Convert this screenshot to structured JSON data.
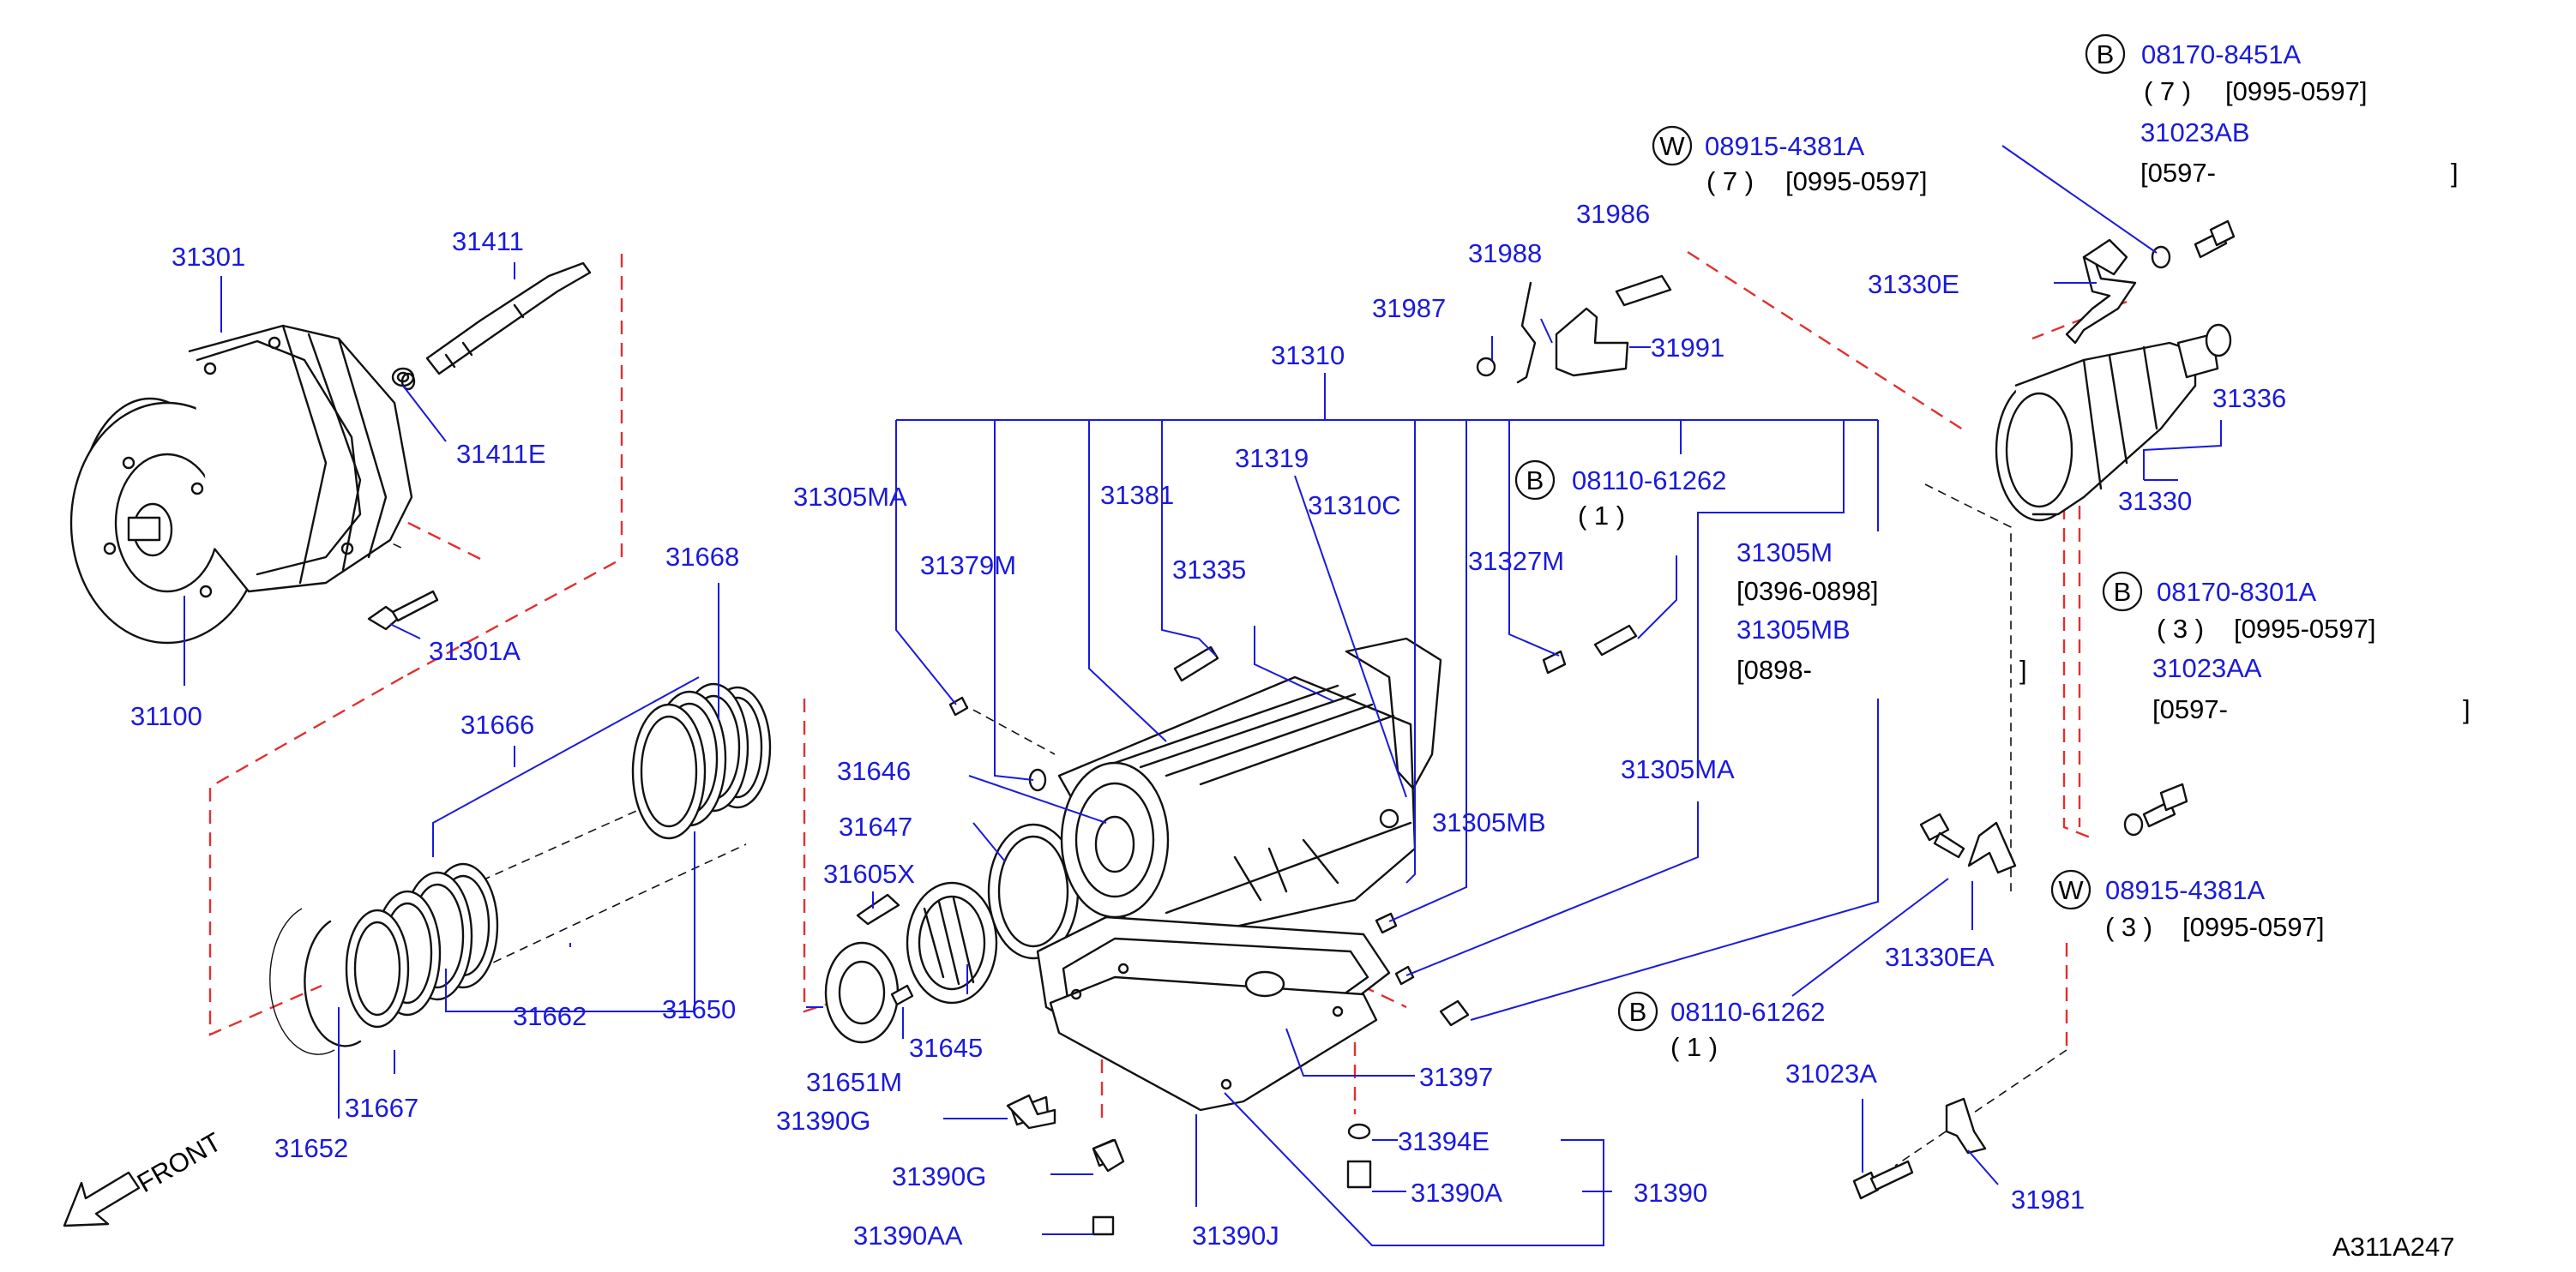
{
  "diagram_id": "A311A247",
  "front_label": "FRONT",
  "colors": {
    "label": "#1a1adc",
    "dashed": "#e23030",
    "part": "#111111"
  },
  "labels": {
    "p31301": "31301",
    "p31411": "31411",
    "p31411E": "31411E",
    "p31301A": "31301A",
    "p31100": "31100",
    "p31668": "31668",
    "p31666": "31666",
    "p31662": "31662",
    "p31667": "31667",
    "p31652": "31652",
    "p31650": "31650",
    "p31651M": "31651M",
    "p31605X": "31605X",
    "p31647": "31647",
    "p31646": "31646",
    "p31645": "31645",
    "p31305MA_top": "31305MA",
    "p31379M": "31379M",
    "p31381": "31381",
    "p31319": "31319",
    "p31310": "31310",
    "p31310C": "31310C",
    "p31335": "31335",
    "p31327M": "31327M",
    "p31305MB_mid": "31305MB",
    "p31305MA_mid": "31305MA",
    "p31305M": "31305M",
    "p31305M_range": "[0396-0898]",
    "p31305MB": "31305MB",
    "p31305MB_range_start": "[0898-",
    "p31305MB_range_end": "]",
    "p31987": "31987",
    "p31988": "31988",
    "p31986": "31986",
    "p31991": "31991",
    "p31397": "31397",
    "p31394E": "31394E",
    "p31390A": "31390A",
    "p31390": "31390",
    "p31390J": "31390J",
    "p31390G_1": "31390G",
    "p31390G_2": "31390G",
    "p31390AA": "31390AA",
    "p31330E": "31330E",
    "p31336": "31336",
    "p31330": "31330",
    "p31330EA": "31330EA",
    "p31023A": "31023A",
    "p31981": "31981",
    "p31023AB": "31023AB",
    "p31023AB_range_start": "[0597-",
    "p31023AB_range_end": "]",
    "p31023AA": "31023AA",
    "p31023AA_range_start": "[0597-",
    "p31023AA_range_end": "]"
  },
  "callouts": {
    "b_08170_8451A": {
      "letter": "B",
      "part": "08170-8451A",
      "qty": "( 7 )",
      "range": "[0995-0597]"
    },
    "w_08915_4381A_top": {
      "letter": "W",
      "part": "08915-4381A",
      "qty": "( 7 )",
      "range": "[0995-0597]"
    },
    "b_08110_61262_top": {
      "letter": "B",
      "part": "08110-61262",
      "qty": "( 1 )"
    },
    "b_08170_8301A": {
      "letter": "B",
      "part": "08170-8301A",
      "qty": "( 3 )",
      "range": "[0995-0597]"
    },
    "w_08915_4381A_bot": {
      "letter": "W",
      "part": "08915-4381A",
      "qty": "( 3 )",
      "range": "[0995-0597]"
    },
    "b_08110_61262_bot": {
      "letter": "B",
      "part": "08110-61262",
      "qty": "( 1 )"
    }
  }
}
